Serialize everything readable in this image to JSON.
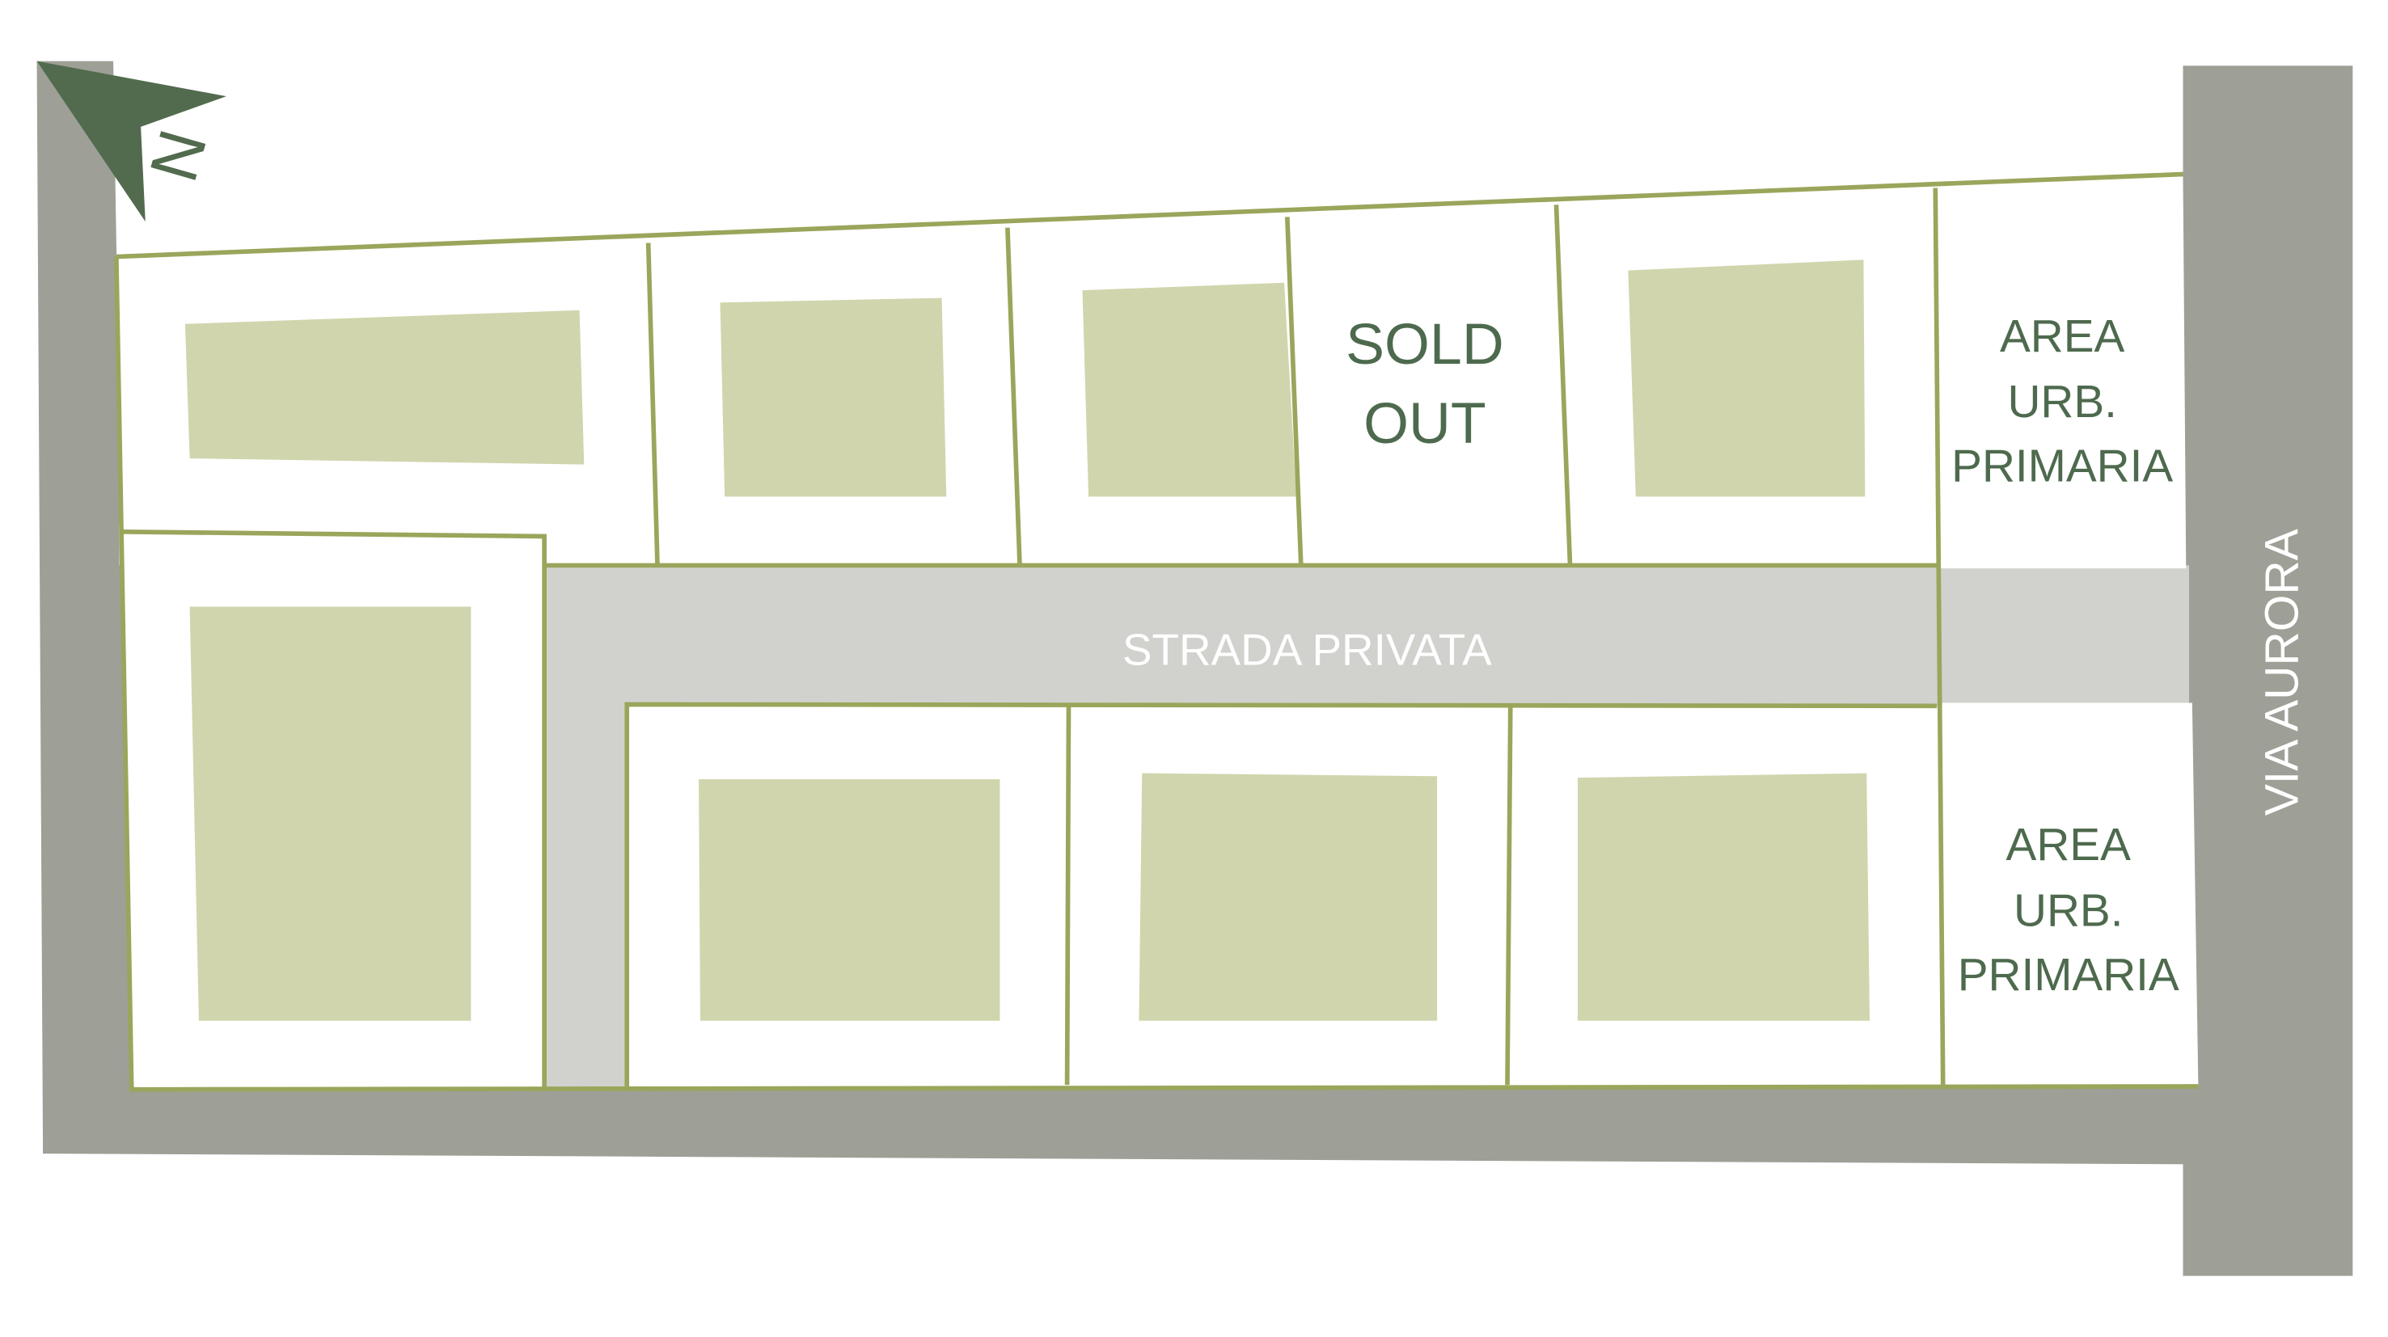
{
  "labels": {
    "sold_out_line1": "SOLD",
    "sold_out_line2": "OUT",
    "private_road": "STRADA PRIVATA",
    "street": "VIA AURORA",
    "urb_area_top": [
      "AREA",
      "URB.",
      "PRIMARIA"
    ],
    "urb_area_bottom": [
      "AREA",
      "URB.",
      "PRIMARIA"
    ],
    "north_letter": "N"
  },
  "colors": {
    "road_main": "#9e9f96",
    "road_private": "#d1d2cd",
    "lot_border": "#9ba55b",
    "building": "#d1d5ad",
    "text_dark": "#4e6a4e",
    "arrow": "#526b4e"
  },
  "icons": {
    "north_arrow": "north-arrow-icon"
  }
}
